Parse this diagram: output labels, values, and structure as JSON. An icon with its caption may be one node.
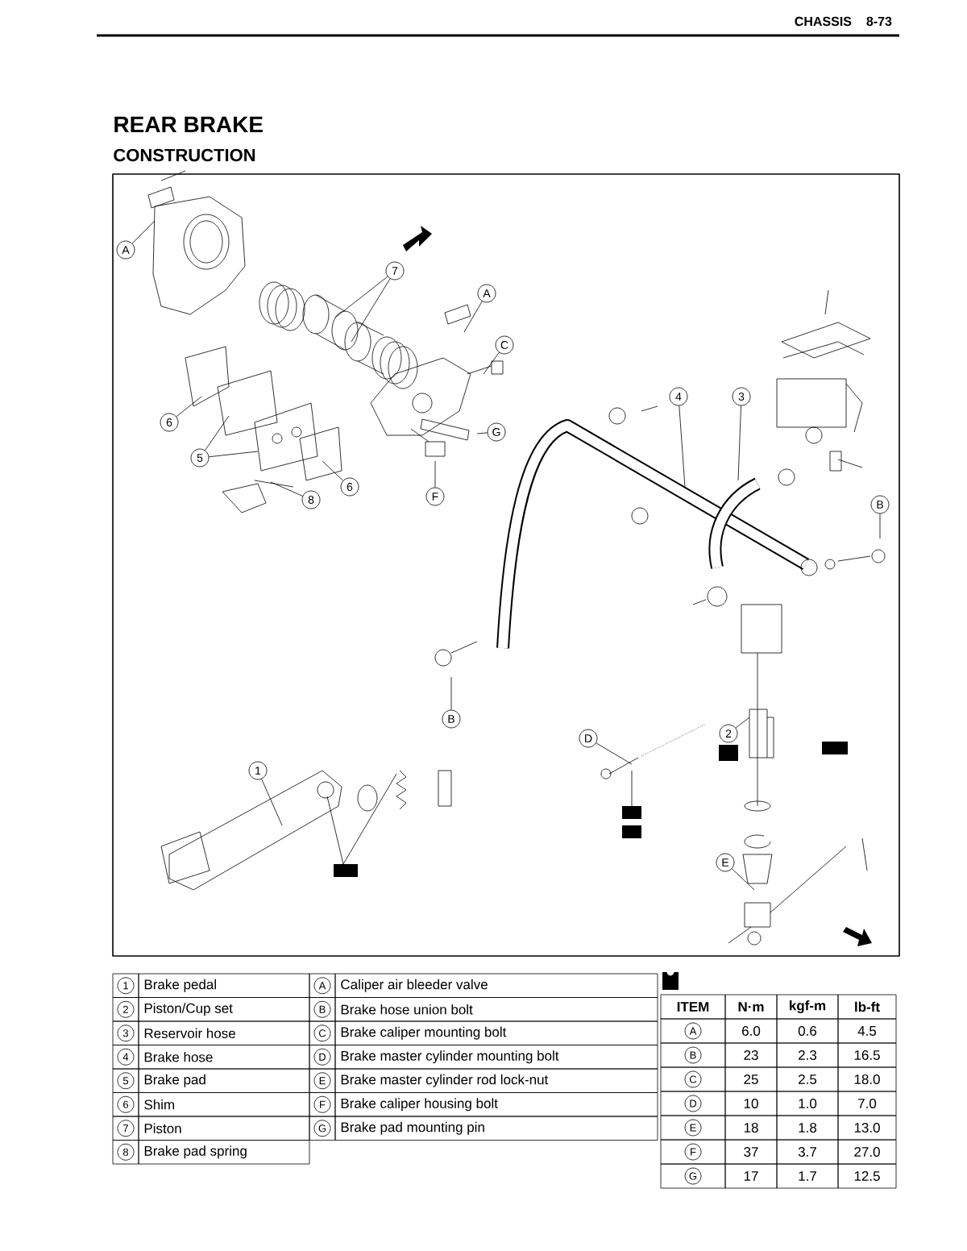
{
  "diagram": {
    "title": "REAR BRAKE",
    "nodes": [
      {
        "text": [
          "A"
        ]
      },
      {
        "text": [
          "7"
        ]
      },
      {
        "text": [
          "A"
        ]
      },
      {
        "text": [
          "C"
        ]
      },
      {
        "text": [
          "6"
        ]
      },
      {
        "text": [
          "G"
        ]
      },
      {
        "text": [
          "5"
        ]
      },
      {
        "text": [
          "6"
        ]
      },
      {
        "text": [
          "8"
        ]
      },
      {
        "text": [
          "F"
        ]
      },
      {
        "text": [
          "4"
        ]
      },
      {
        "text": [
          "3"
        ]
      },
      {
        "text": [
          "B"
        ]
      },
      {
        "text": [
          "B"
        ]
      },
      {
        "text": [
          "D"
        ]
      },
      {
        "text": [
          "2"
        ]
      },
      {
        "text": [
          "1"
        ]
      },
      {
        "text": [
          "E"
        ]
      }
    ],
    "edges": [
      {
        "from": 0,
        "to": null,
        "arrow": "none"
      },
      {
        "from": 1,
        "to": null,
        "arrow": "none"
      },
      {
        "from": 1,
        "to": null,
        "arrow": "none"
      },
      {
        "from": 2,
        "to": null,
        "arrow": "none"
      },
      {
        "from": 3,
        "to": null,
        "arrow": "none"
      },
      {
        "from": 4,
        "to": null,
        "arrow": "none"
      },
      {
        "from": 5,
        "to": null,
        "arrow": "none"
      },
      {
        "from": 6,
        "to": null,
        "arrow": "none"
      },
      {
        "from": 6,
        "to": null,
        "arrow": "none"
      },
      {
        "from": 7,
        "to": null,
        "arrow": "none"
      },
      {
        "from": 8,
        "to": null,
        "arrow": "none"
      },
      {
        "from": 9,
        "to": null,
        "arrow": "none"
      },
      {
        "from": 10,
        "to": null,
        "arrow": "none"
      },
      {
        "from": 11,
        "to": null,
        "arrow": "none"
      },
      {
        "from": 12,
        "to": null,
        "arrow": "none"
      },
      {
        "from": 13,
        "to": null,
        "arrow": "none"
      },
      {
        "from": 14,
        "to": null,
        "arrow": "none"
      },
      {
        "from": 15,
        "to": null,
        "arrow": "none"
      },
      {
        "from": 16,
        "to": null,
        "arrow": "none"
      },
      {
        "from": 17,
        "to": null,
        "arrow": "none"
      }
    ],
    "labels": [
      "CHASSIS",
      "8-73",
      "CONSTRUCTION",
      "1",
      "Brake pedal",
      "A",
      "Caliper air bleeder valve",
      "2",
      "Piston/Cup set",
      "B",
      "Brake hose union bolt",
      "3",
      "Reservoir hose",
      "C",
      "Brake caliper mounting bolt",
      "4",
      "Brake hose",
      "D",
      "Brake master cylinder mounting bolt",
      "5",
      "Brake pad",
      "E",
      "Brake master cylinder rod lock-nut",
      "6",
      "Shim",
      "F",
      "Brake caliper housing bolt",
      "7",
      "Piston",
      "G",
      "Brake pad mounting pin",
      "8",
      "Brake pad spring",
      "ITEM",
      "N·m",
      "kgf-m",
      "lb-ft",
      "A",
      "6.0",
      "0.6",
      "4.5",
      "B",
      "23",
      "2.3",
      "16.5",
      "C",
      "25",
      "2.5",
      "18.0",
      "D",
      "10",
      "1.0",
      "7.0",
      "E",
      "18",
      "1.8",
      "13.0",
      "F",
      "37",
      "3.7",
      "27.0",
      "G",
      "17",
      "1.7",
      "12.5"
    ]
  }
}
